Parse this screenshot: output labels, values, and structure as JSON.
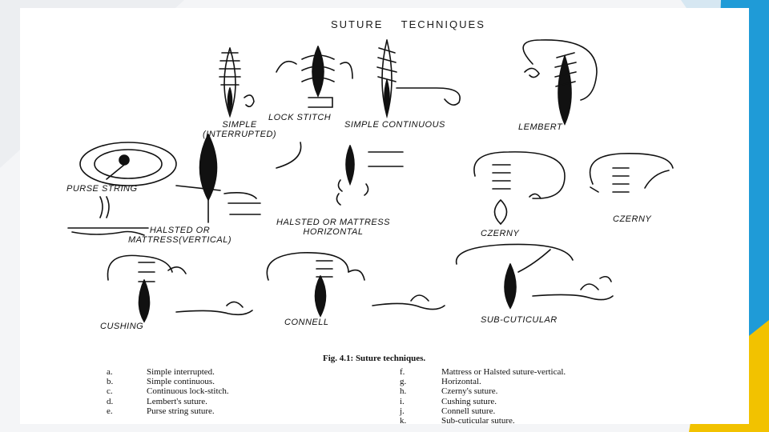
{
  "title": "SUTURE    TECHNIQUES",
  "labels": {
    "simple_interrupted": [
      "SIMPLE",
      "(INTERRUPTED)"
    ],
    "lock_stitch": "LOCK STITCH",
    "simple_continuous": "SIMPLE CONTINUOUS",
    "lembert": "LEMBERT",
    "purse_string": "PURSE STRING",
    "halsted_vertical": [
      "HALSTED OR",
      "MATTRESS(VERTICAL)"
    ],
    "halsted_horizontal": [
      "HALSTED OR MATTRESS",
      "HORIZONTAL"
    ],
    "czerny_left": "CZERNY",
    "czerny_right": "CZERNY",
    "cushing": "CUSHING",
    "connell": "CONNELL",
    "subcuticular": "SUB-CUTICULAR"
  },
  "caption": "Fig. 4.1: Suture techniques.",
  "legend_left": [
    {
      "key": "a.",
      "text": "Simple interrupted."
    },
    {
      "key": "b.",
      "text": "Simple continuous."
    },
    {
      "key": "c.",
      "text": "Continuous lock-stitch."
    },
    {
      "key": "d.",
      "text": "Lembert's suture."
    },
    {
      "key": "e.",
      "text": "Purse string suture."
    }
  ],
  "legend_right": [
    {
      "key": "f.",
      "text": "Mattress or Halsted suture-vertical."
    },
    {
      "key": "g.",
      "text": "Horizontal."
    },
    {
      "key": "h.",
      "text": "Czerny's suture."
    },
    {
      "key": "i.",
      "text": "Cushing suture."
    },
    {
      "key": "j.",
      "text": "Connell suture."
    },
    {
      "key": "k.",
      "text": "Sub-cuticular suture."
    }
  ],
  "colors": {
    "ink": "#111111",
    "accent_blue": "#1f9bd7",
    "accent_yellow": "#f2c200",
    "light_blue": "#d6e7f2"
  }
}
